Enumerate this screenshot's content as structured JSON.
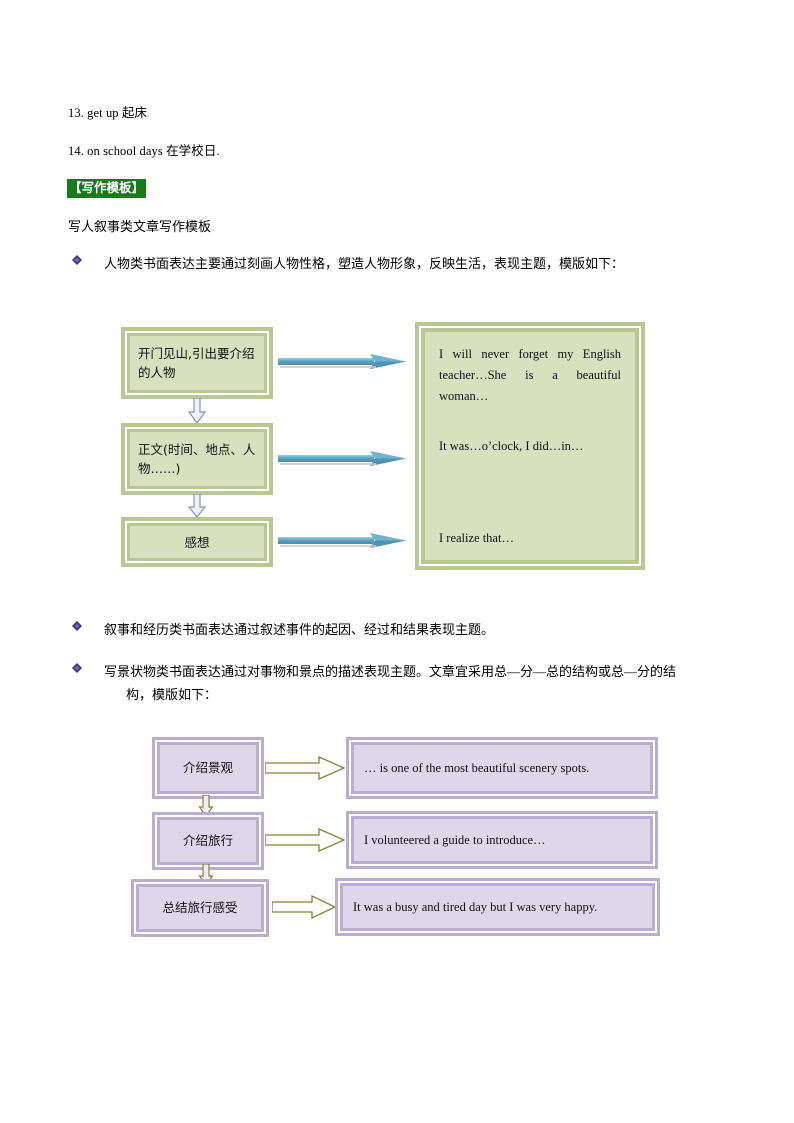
{
  "document": {
    "vocab_items": [
      "13. get up  起床",
      "14. on school days  在学校日."
    ],
    "section_tag": "【写作模板】",
    "subheading": "写人叙事类文章写作模板",
    "bullets": [
      "人物类书面表达主要通过刻画人物性格，塑造人物形象，反映生活，表现主题，模版如下：",
      "叙事和经历类书面表达通过叙述事件的起因、经过和结果表现主题。",
      "写景状物类书面表达通过对事物和景点的描述表现主题。文章宜采用总—分—总的结构或总—分的结",
      "构，模版如下："
    ]
  },
  "diagram_person": {
    "steps": [
      "开门见山,引出要介绍的人物",
      "正文(时间、地点、人物……)",
      "感想"
    ],
    "examples": [
      "I will never forget my English teacher…She is a beautiful woman…",
      "It was…o’clock, I did…in…",
      "I realize that…"
    ],
    "colors": {
      "border": "#b7c894",
      "fill": "#d7e0bf",
      "ring": "#ffffff",
      "arrow": "#5b9bbd"
    }
  },
  "diagram_scenery": {
    "steps": [
      "介绍景观",
      "介绍旅行",
      "总结旅行感受"
    ],
    "examples": [
      "… is one of the most beautiful  scenery spots.",
      "I volunteered a guide to introduce…",
      "It was a busy and tired  day but I was very happy."
    ],
    "colors": {
      "border": "#b9aed2",
      "fill": "#ddd7ea",
      "ring": "#ffffff",
      "arrow": "#8a7f33"
    }
  },
  "icons": {
    "bullet": "diamond-bullet-icon",
    "arrow_right": "arrow-right-icon",
    "arrow_down": "arrow-down-icon"
  }
}
